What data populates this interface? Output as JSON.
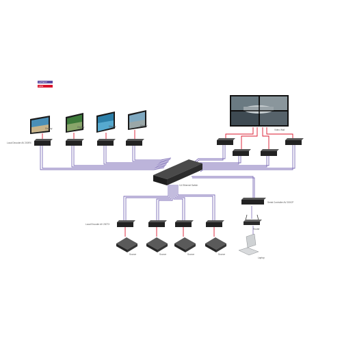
{
  "legend": {
    "items": [
      {
        "label": "CAT5E/6/7",
        "color": "#5b4aa0"
      },
      {
        "label": "HDMI",
        "color": "#d9142b"
      }
    ]
  },
  "colors": {
    "cat_cable": "#6a5aa8",
    "hdmi_cable": "#d9142b",
    "device_dark": "#2a2a2a"
  },
  "labels": {
    "display_1": "Display",
    "display_2": "Display",
    "display_3": "Display",
    "display_4": "Display",
    "video_wall": "Video Wall",
    "rx_label": "Local Decoder AV 200RX",
    "switch_label": "1U Ethernet Switch",
    "tx_label": "Local Encoder AV 200TX",
    "serial_label": "Serial Controller AV 200CP",
    "router_label": "Router",
    "laptop_label": "Laptop",
    "source_1": "Source",
    "source_2": "Source",
    "source_3": "Source",
    "source_4": "Source"
  }
}
